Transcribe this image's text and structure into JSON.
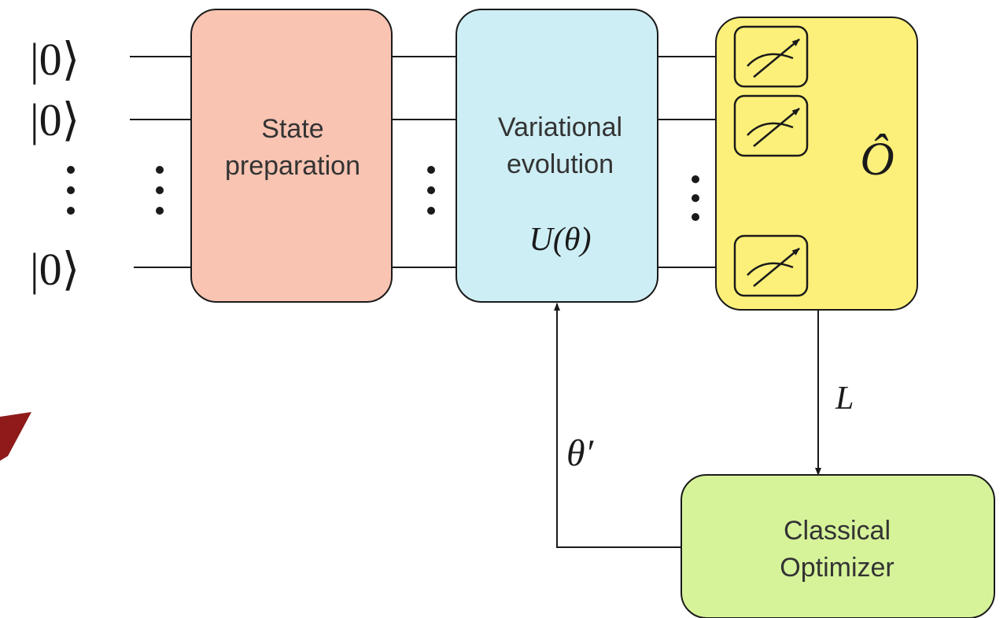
{
  "qubits": {
    "ket_1": "|0⟩",
    "ket_2": "|0⟩",
    "ket_n": "|0⟩",
    "vdots": "⋮"
  },
  "blocks": {
    "state_prep": {
      "line1": "State",
      "line2": "preparation",
      "color": "#f9c4b2"
    },
    "variational": {
      "line1": "Variational",
      "line2": "evolution",
      "op_symbol": "U(θ)",
      "color": "#cdeef4"
    },
    "measurement": {
      "observable": "Ô",
      "color": "#fdf07a"
    },
    "optimizer": {
      "line1": "Classical",
      "line2": "Optimizer",
      "color": "#d6f39a"
    }
  },
  "edges": {
    "loss_label": "L",
    "params_label": "θ′"
  },
  "icons": {
    "meter": "measurement-meter-icon",
    "arrowhead": "arrowhead-icon",
    "corner_mark": "dark-red-corner-shape"
  },
  "colors": {
    "stroke": "#1a1a1a",
    "corner_mark": "#8e1a1a"
  }
}
